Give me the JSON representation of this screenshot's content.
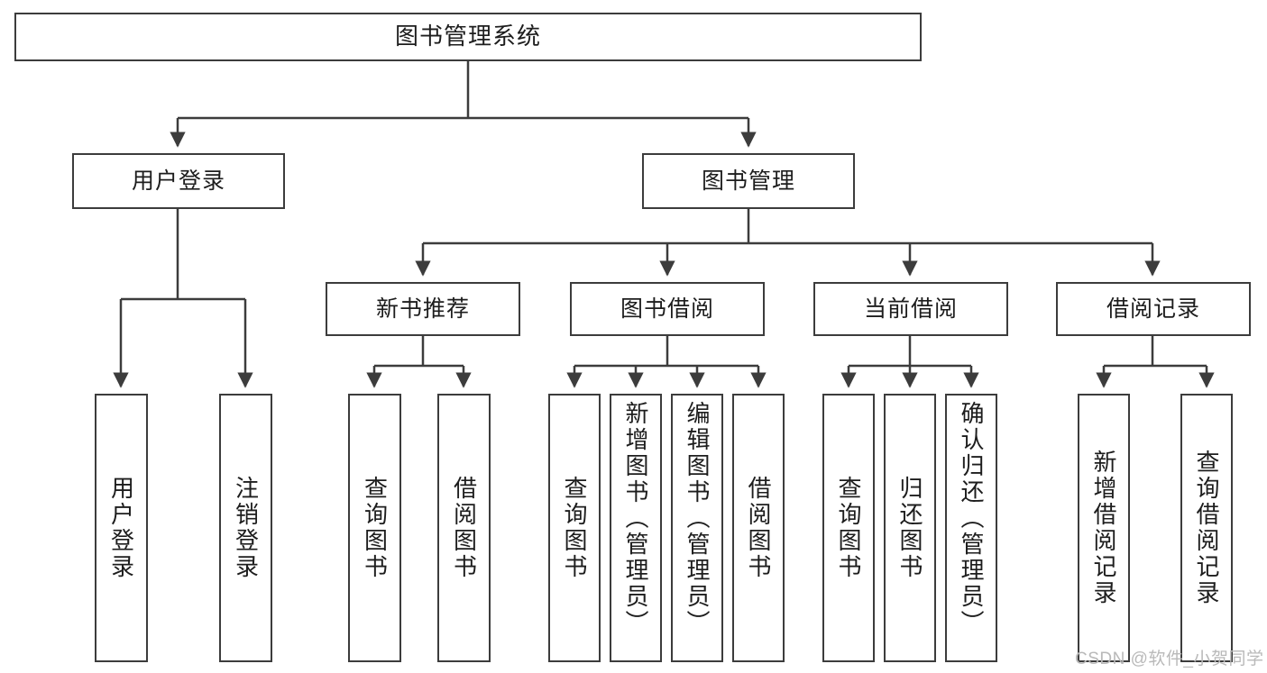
{
  "diagram": {
    "type": "tree-hierarchy-chart",
    "title": "图书管理系统",
    "stroke_color": "#3c3c3c",
    "fill_color": "#ffffff",
    "text_color": "#1d1d1d",
    "levels": [
      {
        "level": 1,
        "nodes": [
          {
            "id": "root",
            "label": "图书管理系统"
          }
        ]
      },
      {
        "level": 2,
        "nodes": [
          {
            "id": "user-login",
            "label": "用户登录",
            "parent": "root"
          },
          {
            "id": "book-manage",
            "label": "图书管理",
            "parent": "root"
          }
        ]
      },
      {
        "level": 3,
        "nodes": [
          {
            "id": "new-book-rec",
            "label": "新书推荐",
            "parent": "book-manage"
          },
          {
            "id": "book-borrow",
            "label": "图书借阅",
            "parent": "book-manage"
          },
          {
            "id": "current-borrow",
            "label": "当前借阅",
            "parent": "book-manage"
          },
          {
            "id": "borrow-record",
            "label": "借阅记录",
            "parent": "book-manage"
          }
        ]
      },
      {
        "level": 4,
        "nodes": [
          {
            "id": "leaf-user-login",
            "label": "用户登录",
            "parent": "user-login"
          },
          {
            "id": "leaf-user-logout",
            "label": "注销登录",
            "parent": "user-login"
          },
          {
            "id": "leaf-query-book-1",
            "label": "查询图书",
            "parent": "new-book-rec"
          },
          {
            "id": "leaf-borrow-book-1",
            "label": "借阅图书",
            "parent": "new-book-rec"
          },
          {
            "id": "leaf-query-book-2",
            "label": "查询图书",
            "parent": "book-borrow"
          },
          {
            "id": "leaf-add-book",
            "label": "新增图书（管理员）",
            "parent": "book-borrow"
          },
          {
            "id": "leaf-edit-book",
            "label": "编辑图书（管理员）",
            "parent": "book-borrow"
          },
          {
            "id": "leaf-borrow-book-2",
            "label": "借阅图书",
            "parent": "book-borrow"
          },
          {
            "id": "leaf-query-book-3",
            "label": "查询图书",
            "parent": "current-borrow"
          },
          {
            "id": "leaf-return-book",
            "label": "归还图书",
            "parent": "current-borrow"
          },
          {
            "id": "leaf-confirm-return",
            "label": "确认归还（管理员）",
            "parent": "current-borrow"
          },
          {
            "id": "leaf-add-record",
            "label": "新增借阅记录",
            "parent": "borrow-record"
          },
          {
            "id": "leaf-query-record",
            "label": "查询借阅记录",
            "parent": "borrow-record"
          }
        ]
      }
    ]
  },
  "watermark": {
    "text": "CSDN @软件_小贺同学",
    "color": "#b9b9b9"
  }
}
